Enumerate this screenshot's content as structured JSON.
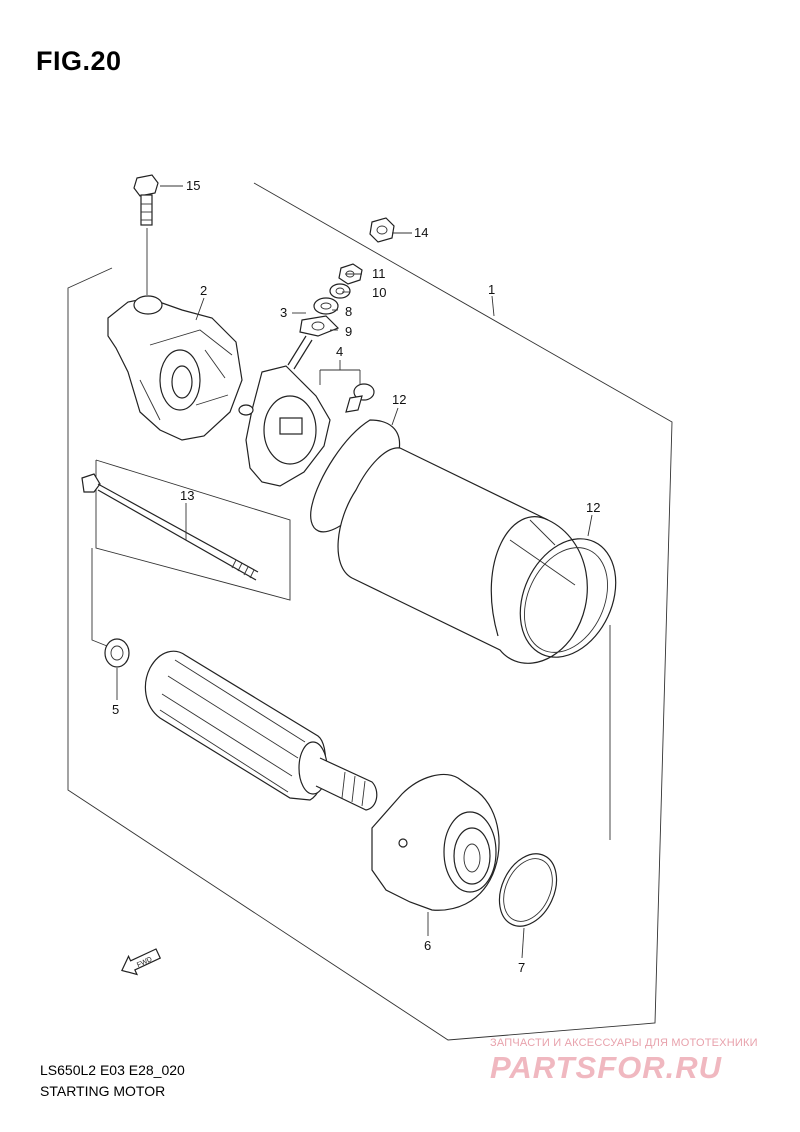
{
  "figure": {
    "title": "FIG.20"
  },
  "caption": {
    "code": "LS650L2 E03 E28_020",
    "name": "STARTING MOTOR"
  },
  "fwd_label": "FWD",
  "watermark": {
    "line1": "ЗАПЧАСТИ И АКСЕССУАРЫ ДЛЯ МОТОТЕХНИКИ",
    "logo": "PARTSFOR.RU"
  },
  "callouts": {
    "c1": "1",
    "c2": "2",
    "c3": "3",
    "c4": "4",
    "c5": "5",
    "c6": "6",
    "c7": "7",
    "c8": "8",
    "c9": "9",
    "c10": "10",
    "c11": "11",
    "c12a": "12",
    "c12b": "12",
    "c13": "13",
    "c14": "14",
    "c15": "15"
  }
}
